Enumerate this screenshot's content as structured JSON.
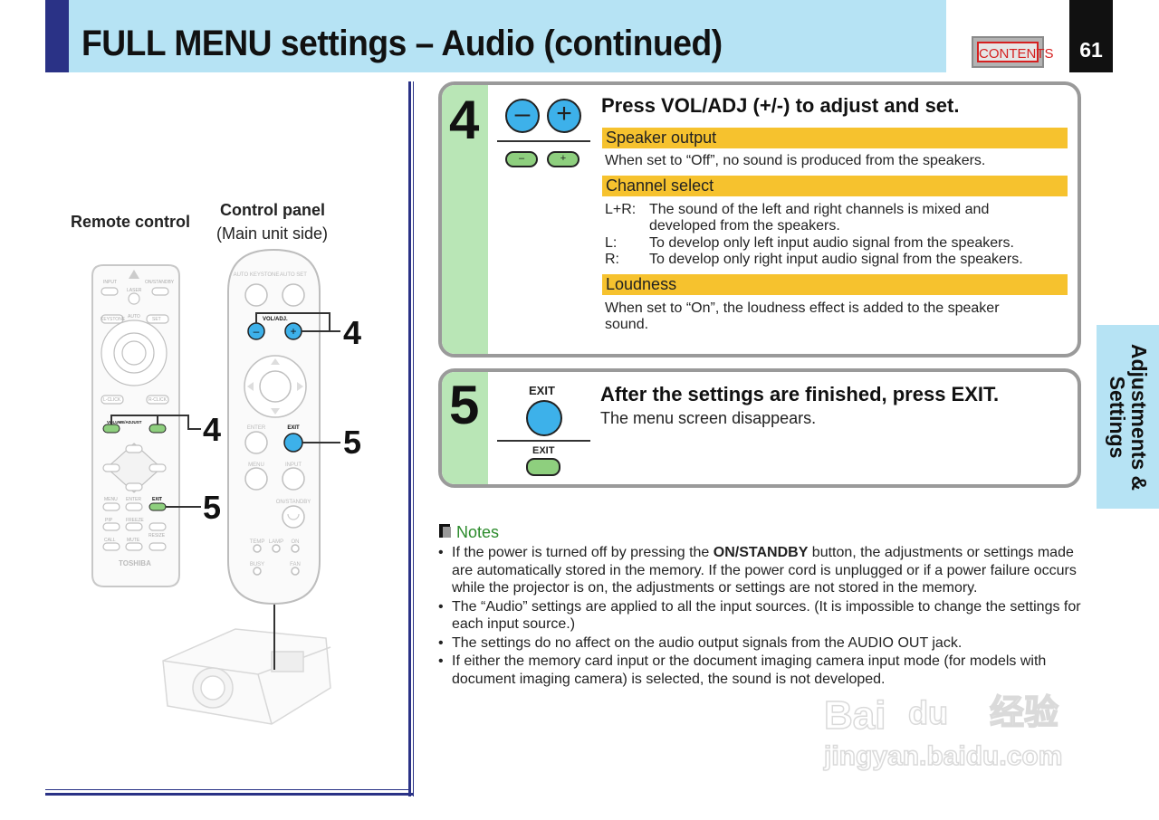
{
  "header": {
    "title": "FULL MENU settings – Audio (continued)",
    "contents_label": "CONTENTS",
    "page_number": "61"
  },
  "side_tab": {
    "label_line1": "Adjustments &",
    "label_line2": "Settings"
  },
  "illustration": {
    "remote_label": "Remote control",
    "panel_label": "Control panel",
    "panel_sub": "(Main unit side)",
    "callouts": [
      "4",
      "5",
      "4",
      "5"
    ],
    "remote_texts": {
      "input": "INPUT",
      "laser": "LASER",
      "on_standby": "ON/STANDBY",
      "keystone": "KEYSTONE",
      "auto": "AUTO",
      "set": "SET",
      "l_click": "L-CLICK",
      "r_click": "R-CLICK",
      "volume_adjust": "VOLUME/ADJUST",
      "menu": "MENU",
      "enter": "ENTER",
      "exit": "EXIT",
      "pip": "PIP",
      "freeze": "FREEZE",
      "call": "CALL",
      "mute": "MUTE",
      "resize": "RESIZE",
      "brand": "TOSHIBA"
    },
    "panel_texts": {
      "auto_keystone": "AUTO KEYSTONE",
      "auto_set": "AUTO SET",
      "vol_adj": "VOL/ADJ.",
      "enter": "ENTER",
      "exit": "EXIT",
      "menu": "MENU",
      "input": "INPUT",
      "on_standby": "ON/STANDBY",
      "temp": "TEMP",
      "lamp": "LAMP",
      "on": "ON",
      "busy": "BUSY",
      "fan": "FAN"
    }
  },
  "step4": {
    "number": "4",
    "heading": "Press VOL/ADJ (+/-) to adjust and set.",
    "minus": "–",
    "plus": "+",
    "speaker_title": "Speaker output",
    "speaker_desc": "When set to “Off”, no sound is produced from the speakers.",
    "channel_title": "Channel select",
    "channel_rows": [
      {
        "key": "L+R:",
        "text": "The sound of the left and right channels is mixed and developed from the speakers."
      },
      {
        "key": "L:",
        "text": "To develop only left input audio signal from the speakers."
      },
      {
        "key": "R:",
        "text": "To develop only right input audio signal from the speakers."
      }
    ],
    "loudness_title": "Loudness",
    "loudness_desc": "When set to “On”, the loudness effect is added to the speaker sound."
  },
  "step5": {
    "number": "5",
    "exit_top": "EXIT",
    "exit_bottom": "EXIT",
    "heading": "After the settings are finished, press EXIT.",
    "desc": "The menu screen disappears."
  },
  "notes": {
    "title": "Notes",
    "items": [
      {
        "pre": "If the power is turned off by pressing the ",
        "bold": "ON/STANDBY",
        "post": " button, the adjustments or settings made are automatically stored in the memory. If the power cord is unplugged or if a power failure occurs while the projector is on, the adjustments or settings are not stored in the memory."
      },
      {
        "pre": "The “Audio” settings are applied to all the input sources.  (It is impossible to change the settings for each input source.)",
        "bold": "",
        "post": ""
      },
      {
        "pre": "The settings do no affect on the audio output signals from the AUDIO OUT jack.",
        "bold": "",
        "post": ""
      },
      {
        "pre": "If either the memory card input or the document imaging camera input mode (for models with document imaging camera) is selected, the sound is not developed.",
        "bold": "",
        "post": ""
      }
    ]
  },
  "watermark": {
    "line1": "Bai",
    "line2": "du",
    "line3": "经验",
    "line4": "jingyan.baidu.com"
  }
}
